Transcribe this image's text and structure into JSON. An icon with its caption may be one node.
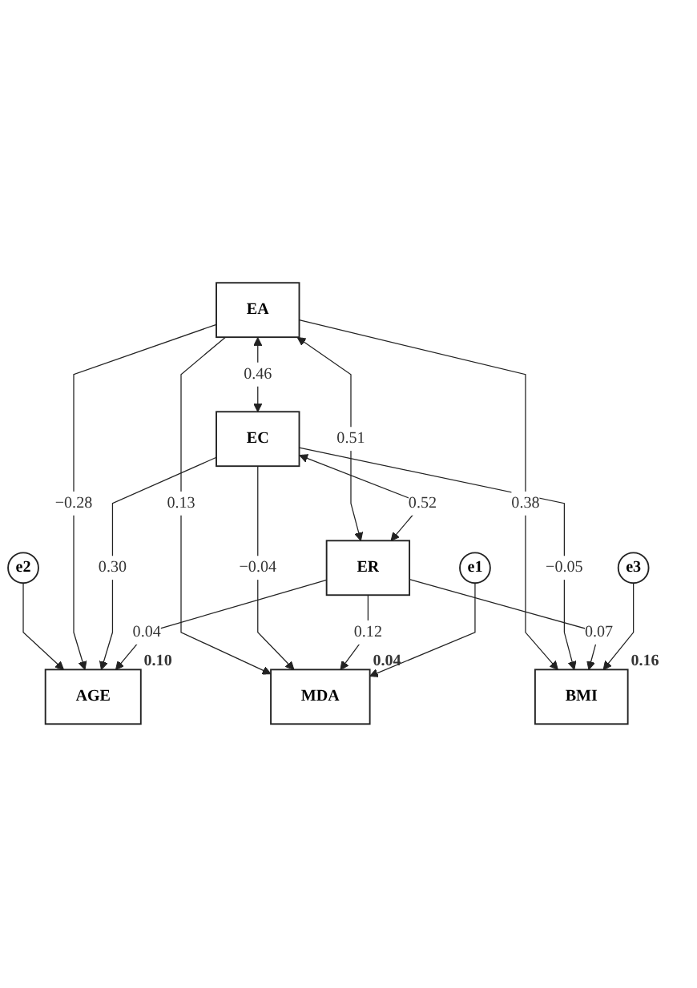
{
  "diagram": {
    "nodes": [
      {
        "text": [
          "e2"
        ]
      },
      {
        "text": [
          "AGE"
        ],
        "beside": [
          "0.10"
        ]
      },
      {
        "text": [
          "EA"
        ]
      },
      {
        "text": [
          "EC"
        ]
      },
      {
        "text": [
          "ER"
        ]
      },
      {
        "text": [
          "MDA"
        ],
        "beside": [
          "0.04"
        ]
      },
      {
        "text": [
          "BMI"
        ],
        "beside": [
          "0.16"
        ]
      },
      {
        "text": [
          "e1"
        ]
      },
      {
        "text": [
          "e3"
        ]
      }
    ],
    "edges": [
      {
        "from": 0,
        "to": 1,
        "arrow": "to"
      },
      {
        "from": 2,
        "to": 1,
        "arrow": "to",
        "label": "−0.28"
      },
      {
        "from": 3,
        "to": 1,
        "arrow": "to",
        "label": "0.30"
      },
      {
        "from": 4,
        "to": 1,
        "arrow": "to",
        "label": "0.04"
      },
      {
        "from": 2,
        "to": 4,
        "arrow": "both",
        "label": "0.51"
      },
      {
        "from": 2,
        "to": 3,
        "arrow": "both",
        "label": "0.46"
      },
      {
        "from": 3,
        "to": 4,
        "arrow": "both",
        "label": "0.52"
      },
      {
        "from": 2,
        "to": 5,
        "arrow": "to",
        "label": "0.13"
      },
      {
        "from": 3,
        "to": 5,
        "arrow": "to",
        "label": "−0.04"
      },
      {
        "from": 4,
        "to": 5,
        "arrow": "to",
        "label": "0.12"
      },
      {
        "from": 2,
        "to": 6,
        "arrow": "to",
        "label": "0.38"
      },
      {
        "from": 3,
        "to": 6,
        "arrow": "to",
        "label": "−0.05"
      },
      {
        "from": 4,
        "to": 6,
        "arrow": "to",
        "label": "0.07"
      },
      {
        "from": 7,
        "to": 5,
        "arrow": "to"
      },
      {
        "from": 8,
        "to": 6,
        "arrow": "to"
      }
    ]
  }
}
